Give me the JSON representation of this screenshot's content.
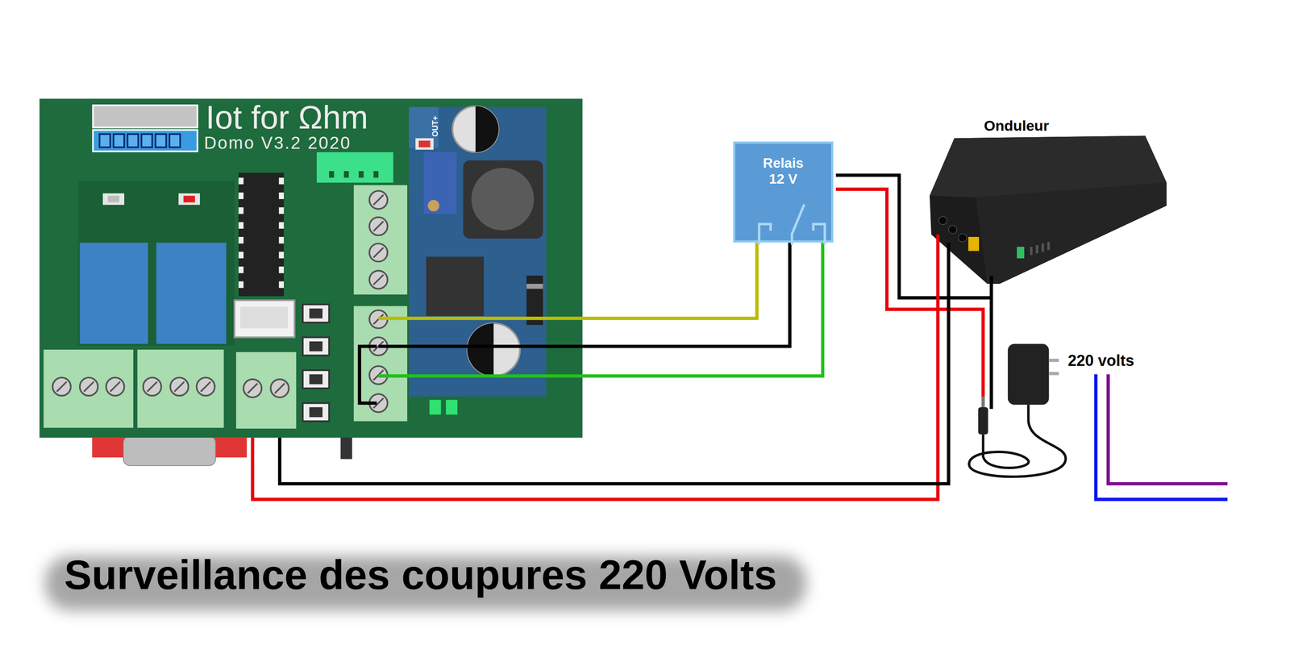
{
  "diagram": {
    "title": "Surveillance des coupures 220 Volts",
    "nodes": [
      {
        "text": [
          "Iot for Ωhm",
          "Domo V3.2 2020"
        ]
      },
      {
        "text": [
          "Relais 12 V"
        ]
      },
      {
        "text": [
          "Onduleur"
        ]
      }
    ],
    "edges": [
      {
        "from": 0,
        "to": 1,
        "arrow": "none"
      },
      {
        "from": 0,
        "to": 1,
        "arrow": "none"
      },
      {
        "from": 0,
        "to": 1,
        "arrow": "none"
      },
      {
        "from": 0,
        "to": 2,
        "arrow": "none"
      },
      {
        "from": 0,
        "to": 2,
        "arrow": "none"
      }
    ],
    "labels": [
      "OUT+",
      "220 volts"
    ]
  }
}
